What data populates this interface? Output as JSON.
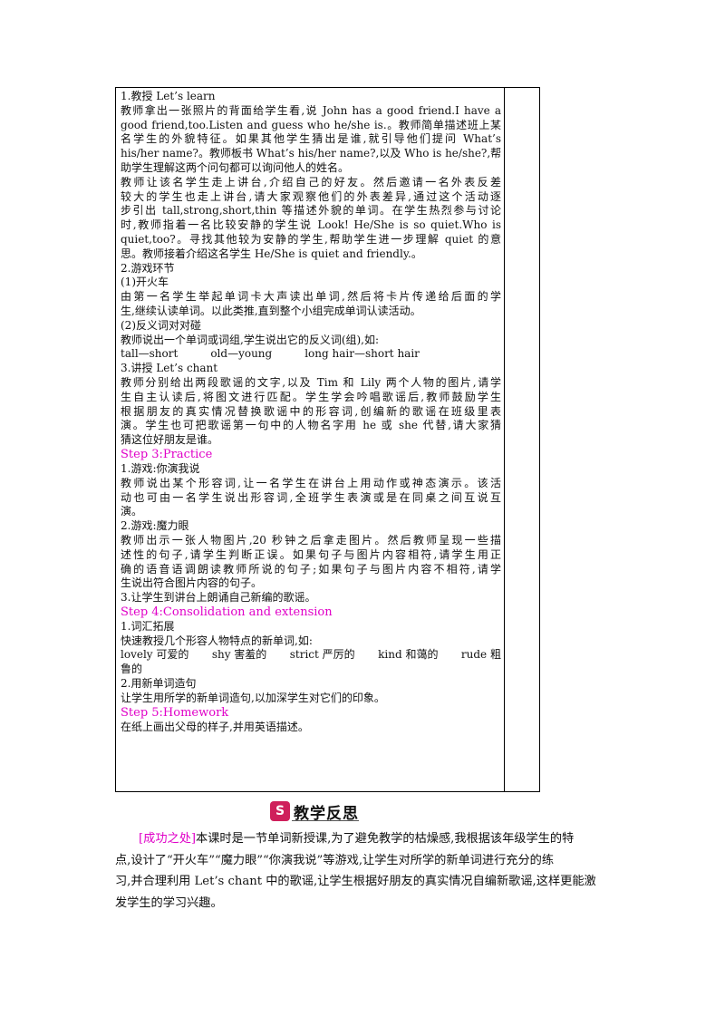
{
  "table": {
    "lines": [
      "1.教授 Let’s learn",
      "教师拿出一张照片的背面给学生看,说 John has a good friend.I have a",
      "good friend,too.Listen and guess who he/she is.。教师简单描述班上某",
      "名学生的外貌特征。如果其他学生猜出是谁,就引导他们提问 What’s",
      "his/her name?。教师板书 What’s his/her name?,以及 Who is he/she?,帮",
      "助学生理解这两个问句都可以询问他人的姓名。",
      "教师让该名学生走上讲台,介绍自己的好友。然后邀请一名外表反差",
      "较大的学生也走上讲台,请大家观察他们的外表差异,通过这个活动逐",
      "步引出 tall,strong,short,thin  等描述外貌的单词。在学生热烈参与讨论",
      "时,教师指着一名比较安静的学生说 Look! He/She is so quiet.Who is",
      "quiet,too?。寻找其他较为安静的学生,帮助学生进一步理解 quiet 的意",
      "思。教师接着介绍这名学生 He/She is quiet and friendly.。",
      "2.游戏环节",
      "(1)开火车",
      "由第一名学生举起单词卡大声读出单词,然后将卡片传递给后面的学",
      "生,继续认读单词。以此类推,直到整个小组完成单词认读活动。",
      "(2)反义词对对碰",
      "教师说出一个单词或词组,学生说出它的反义词(组),如:"
    ],
    "antonyms": [
      "tall—short",
      "old—young",
      "long hair—short hair"
    ],
    "lines2": [
      "3.讲授 Let’s chant",
      "教师分别给出两段歌谣的文字,以及 Tim 和 Lily 两个人物的图片,请学",
      "生自主认读后,将图文进行匹配。学生学会吟唱歌谣后,教师鼓励学生",
      "根据朋友的真实情况替换歌谣中的形容词,创编新的歌谣在班级里表",
      "演。学生也可把歌谣第一句中的人物名字用 he 或 she  代替,请大家猜",
      "猜这位好朋友是谁。"
    ],
    "step3": "Step 3:Practice",
    "lines3": [
      "1.游戏:你演我说",
      "教师说出某个形容词,让一名学生在讲台上用动作或神态演示。该活",
      "动也可由一名学生说出形容词,全班学生表演或是在同桌之间互说互",
      "演。",
      "2.游戏:魔力眼",
      "教师出示一张人物图片,20 秒钟之后拿走图片。然后教师呈现一些描",
      "述性的句子,请学生判断正误。如果句子与图片内容相符,请学生用正",
      "确的语音语调朗读教师所说的句子;如果句子与图片内容不相符,请学",
      "生说出符合图片内容的句子。",
      "3.让学生到讲台上朗诵自己新编的歌谣。"
    ],
    "step4": "Step 4:Consolidation and extension",
    "lines4": [
      "1.词汇拓展",
      "快速教授几个形容人物特点的新单词,如:"
    ],
    "vocab": [
      "lovely  可爱的",
      "shy  害羞的",
      "strict  严厉的",
      "kind  和蔼的",
      "rude  粗"
    ],
    "vocab_cont": "鲁的",
    "lines5": [
      "2.用新单词造句",
      "让学生用所学的新单词造句,以加深学生对它们的印象。"
    ],
    "step5": "Step 5:Homework",
    "lines6": [
      "在纸上画出父母的样子,并用英语描述。"
    ]
  },
  "reflection": {
    "icon": "S",
    "title": "教学反思",
    "tag": "[成功之处]",
    "first_line": "本课时是一节单词新授课,为了避免教学的枯燥感,我根据该年级学生的特",
    "lines": [
      "点,设计了“开火车”“魔力眼”“你演我说”等游戏,让学生对所学的新单词进行充分的练",
      "习,并合理利用 Let’s chant 中的歌谣,让学生根据好朋友的真实情况自编新歌谣,这样更能激",
      "发学生的学习兴趣。"
    ]
  }
}
